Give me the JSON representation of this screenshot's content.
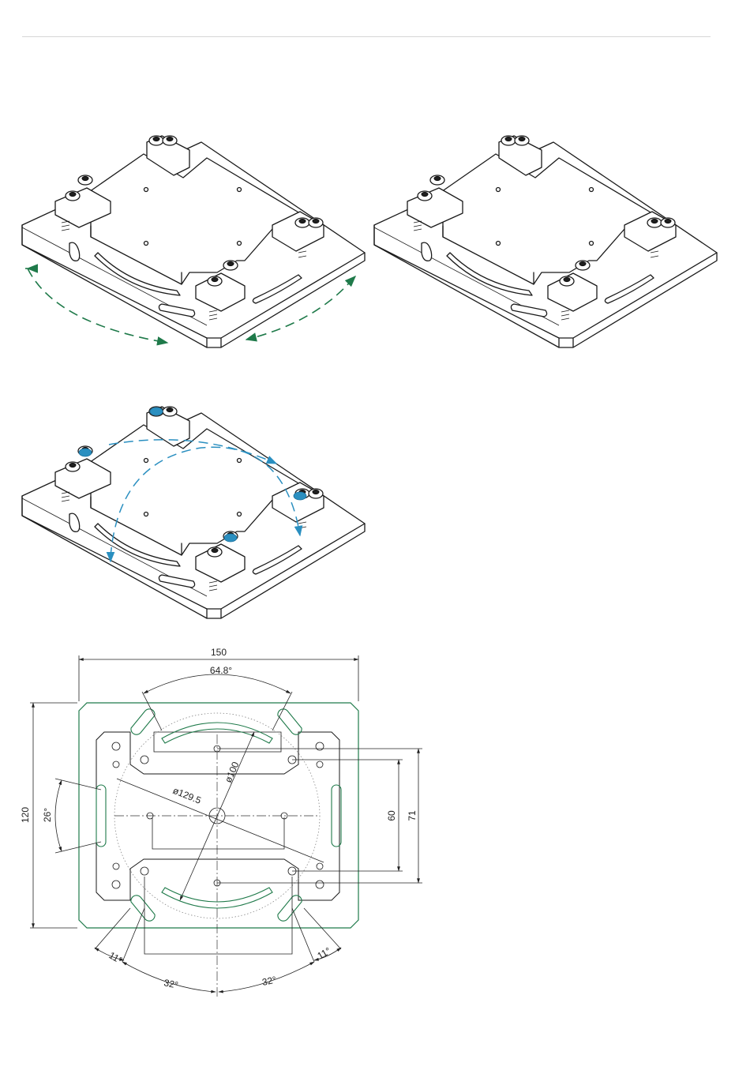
{
  "colors": {
    "green_accent": "#1f7a4a",
    "blue_accent": "#2a8fc0",
    "outline": "#1a1a1a",
    "rule": "#d6d6d6"
  },
  "views": [
    {
      "id": "iso-rotate-plate",
      "arrow_color": "#1f7a4a"
    },
    {
      "id": "iso-plain"
    },
    {
      "id": "iso-flip-blue",
      "arrow_color": "#2a8fc0"
    },
    {
      "id": "plan-dimensions"
    }
  ],
  "dimensions": {
    "width": "150",
    "angle_top": "64.8°",
    "height": "120",
    "angle_left": "26°",
    "dia_outer": "ø129.5",
    "dia_inner": "ø100",
    "spacing_inner": "60",
    "spacing_outer": "71",
    "angle_bottom_left": "11°",
    "angle_bottom_right": "11°",
    "angle_32_left": "32°",
    "angle_32_right": "32°"
  }
}
